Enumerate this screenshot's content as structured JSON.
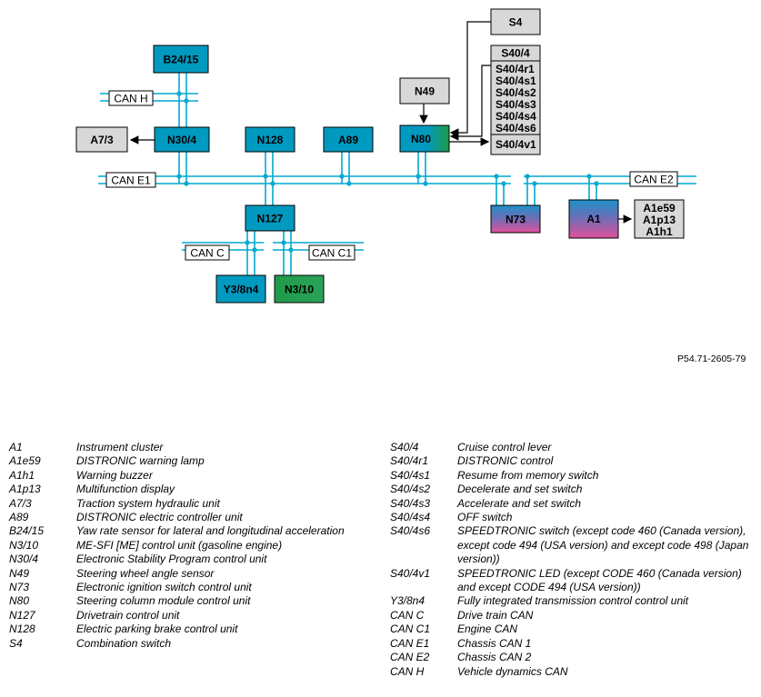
{
  "diagram": {
    "nodes": {
      "B24_15": "B24/15",
      "N30_4": "N30/4",
      "A7_3": "A7/3",
      "N128": "N128",
      "A89": "A89",
      "N49": "N49",
      "N80": "N80",
      "S4": "S4",
      "S40_4": "S40/4",
      "S40_4_sub": [
        "S40/4r1",
        "S40/4s1",
        "S40/4s2",
        "S40/4s3",
        "S40/4s4",
        "S40/4s6"
      ],
      "S40_4v1": "S40/4v1",
      "N127": "N127",
      "N73": "N73",
      "A1": "A1",
      "A1_sub": [
        "A1e59",
        "A1p13",
        "A1h1"
      ],
      "Y3_8n4": "Y3/8n4",
      "N3_10": "N3/10"
    },
    "buses": {
      "can_h": "CAN H",
      "can_e1": "CAN E1",
      "can_e2": "CAN E2",
      "can_c": "CAN C",
      "can_c1": "CAN C1"
    },
    "figure_id": "P54.71-2605-79",
    "colors": {
      "ecu": "#0099c0",
      "gray": "#d8d8d8",
      "bus": "#00a8d0",
      "green": "#1f9a4a",
      "magenta": "#d9509a"
    }
  },
  "legend": {
    "left": [
      {
        "code": "A1",
        "desc": "Instrument cluster"
      },
      {
        "code": "A1e59",
        "desc": "DISTRONIC warning lamp"
      },
      {
        "code": "A1h1",
        "desc": "Warning buzzer"
      },
      {
        "code": "A1p13",
        "desc": "Multifunction display"
      },
      {
        "code": "A7/3",
        "desc": "Traction system hydraulic unit"
      },
      {
        "code": "A89",
        "desc": "DISTRONIC electric controller unit"
      },
      {
        "code": "B24/15",
        "desc": "Yaw rate sensor for lateral and longitudinal acceleration"
      },
      {
        "code": "N3/10",
        "desc": "ME-SFI [ME] control unit (gasoline engine)"
      },
      {
        "code": "N30/4",
        "desc": "Electronic Stability Program control unit"
      },
      {
        "code": "N49",
        "desc": "Steering wheel angle sensor"
      },
      {
        "code": "N73",
        "desc": "Electronic ignition switch control unit"
      },
      {
        "code": "N80",
        "desc": "Steering column module control unit"
      },
      {
        "code": "N127",
        "desc": "Drivetrain control unit"
      },
      {
        "code": "N128",
        "desc": "Electric parking brake control unit"
      },
      {
        "code": "S4",
        "desc": "Combination switch"
      }
    ],
    "right": [
      {
        "code": "S40/4",
        "desc": "Cruise control lever"
      },
      {
        "code": "S40/4r1",
        "desc": "DISTRONIC control"
      },
      {
        "code": "S40/4s1",
        "desc": "Resume from memory switch"
      },
      {
        "code": "S40/4s2",
        "desc": "Decelerate and set switch"
      },
      {
        "code": "S40/4s3",
        "desc": "Accelerate and set switch"
      },
      {
        "code": "S40/4s4",
        "desc": "OFF switch"
      },
      {
        "code": "S40/4s6",
        "desc": "SPEEDTRONIC switch (except code 460 (Canada version), except code 494 (USA version) and except code 498 (Japan version))"
      },
      {
        "code": "S40/4v1",
        "desc": "SPEEDTRONIC LED (except CODE 460 (Canada version) and except CODE 494 (USA version))"
      },
      {
        "code": "Y3/8n4",
        "desc": "Fully integrated transmission control control unit"
      },
      {
        "code": "CAN C",
        "desc": "Drive train CAN"
      },
      {
        "code": "CAN C1",
        "desc": "Engine CAN"
      },
      {
        "code": "CAN E1",
        "desc": "Chassis CAN 1"
      },
      {
        "code": "CAN E2",
        "desc": "Chassis CAN 2"
      },
      {
        "code": "CAN H",
        "desc": "Vehicle dynamics CAN"
      }
    ]
  }
}
